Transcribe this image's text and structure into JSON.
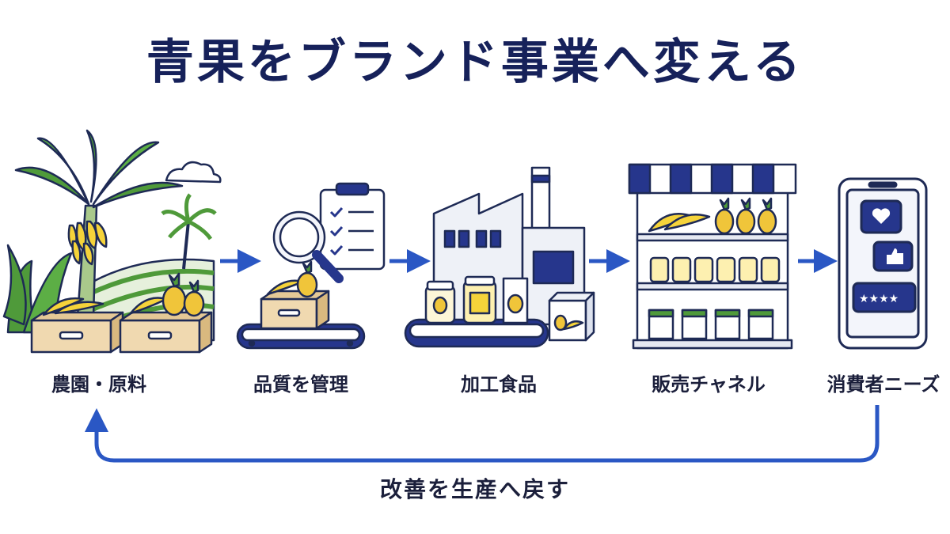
{
  "title": "青果をブランド事業へ変える",
  "stages": [
    {
      "label": "農園・原料",
      "icon": "banana-farm-icon"
    },
    {
      "label": "品質を管理",
      "icon": "quality-inspection-icon"
    },
    {
      "label": "加工食品",
      "icon": "food-factory-icon"
    },
    {
      "label": "販売チャネル",
      "icon": "store-shelf-icon"
    },
    {
      "label": "消費者ニーズ",
      "icon": "smartphone-feedback-icon"
    }
  ],
  "feedback_loop": {
    "label": "改善を生産へ戻す"
  },
  "colors": {
    "title": "#16215a",
    "arrow": "#2a57c4",
    "outline": "#1e2a55",
    "leaf": "#4f9a3a",
    "banana": "#f5d33a",
    "crate": "#f0d9b0",
    "navy": "#26368c"
  }
}
